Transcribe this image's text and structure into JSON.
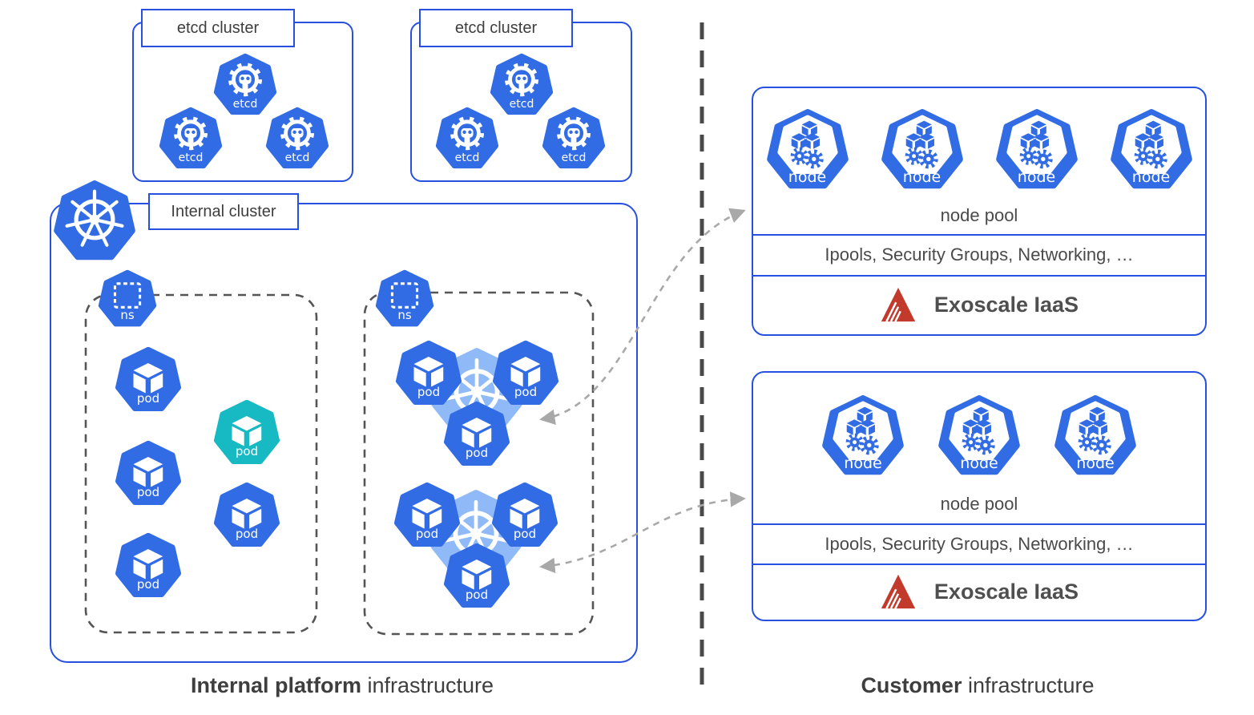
{
  "icons": {
    "pod": "pod",
    "etcd": "etcd",
    "ns": "ns",
    "node": "node"
  },
  "etcd_cluster_1": {
    "label": "etcd cluster",
    "etcd_count": 3
  },
  "etcd_cluster_2": {
    "label": "etcd cluster",
    "etcd_count": 3
  },
  "internal_cluster": {
    "label": "Internal cluster",
    "namespace_1": {
      "pod_count": 5,
      "highlighted_pod_count": 1
    },
    "namespace_2": {
      "deployment_count": 2,
      "pods_per_deployment": 3
    }
  },
  "customer_box_1": {
    "node_count": 4,
    "node_pool_label": "node pool",
    "services_label": "Ipools, Security Groups, Networking, …",
    "iaas_label": "Exoscale IaaS"
  },
  "customer_box_2": {
    "node_count": 3,
    "node_pool_label": "node pool",
    "services_label": "Ipools, Security Groups, Networking, …",
    "iaas_label": "Exoscale IaaS"
  },
  "footer": {
    "left_bold": "Internal platform",
    "left_rest": "infrastructure",
    "right_bold": "Customer",
    "right_rest": "infrastructure"
  },
  "colors": {
    "kubernetes_blue": "#326CE5",
    "border_blue": "#2850E0",
    "teal_pod": "#17B9C3",
    "light_blue": "#8FB9F7",
    "dashed_gray": "#555555",
    "divider_gray": "#4A4A4A",
    "arrow_gray": "#A8A8A8",
    "text_dark": "#3E3E3E",
    "exoscale_red": "#C23A2B"
  }
}
